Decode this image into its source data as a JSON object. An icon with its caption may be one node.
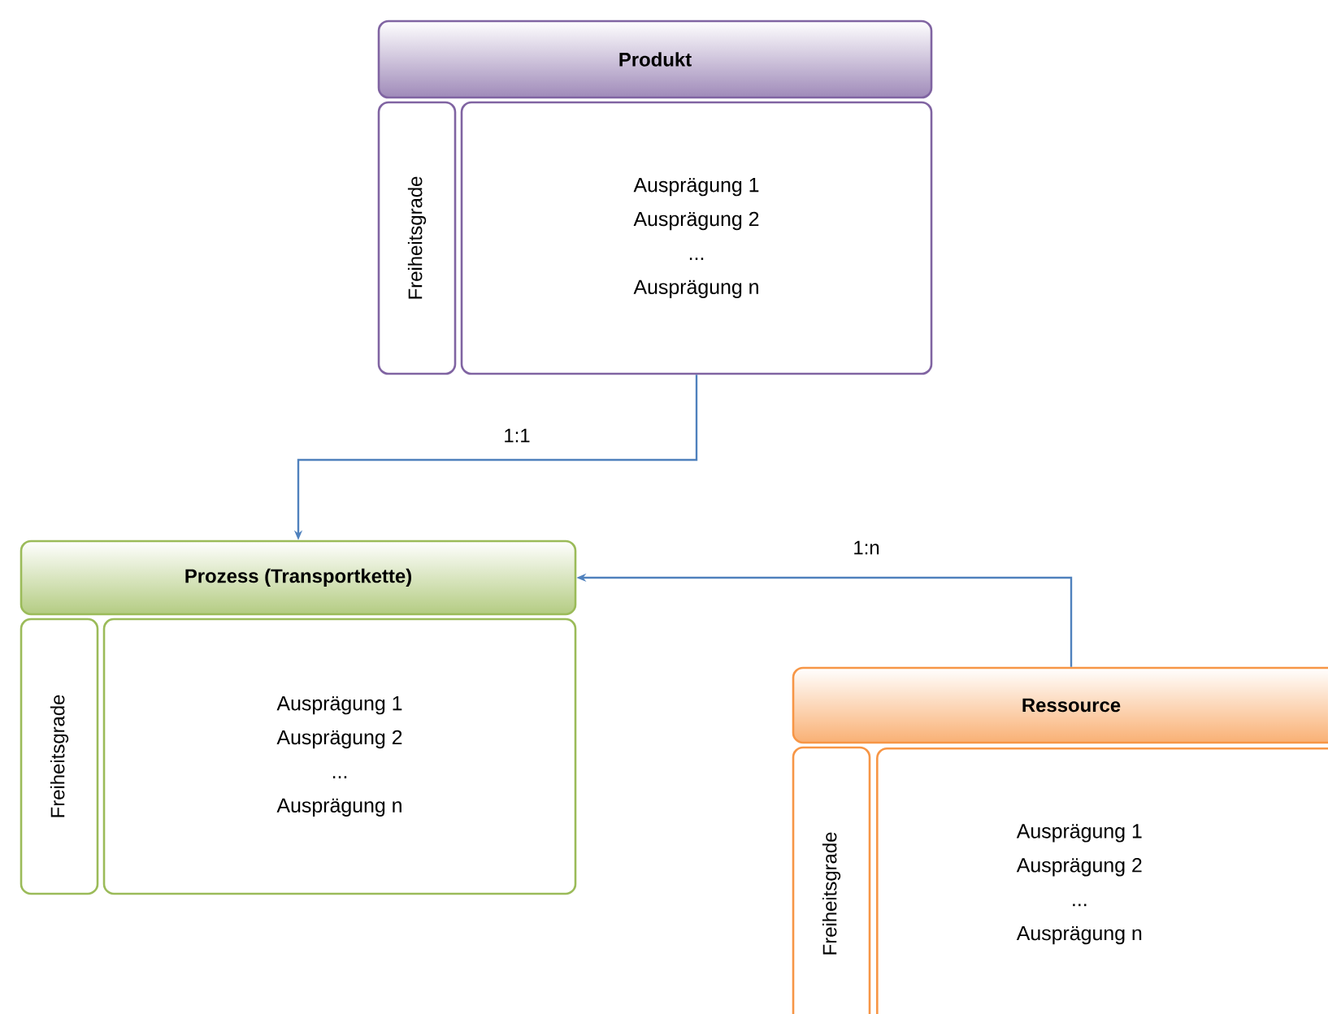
{
  "diagram": {
    "nodes": [
      {
        "text": [
          "Produkt"
        ]
      },
      {
        "text": [
          "Freiheitsgrade"
        ]
      },
      {
        "text": [
          "Ausprägung 1",
          "Ausprägung 2",
          "...",
          "Ausprägung n"
        ]
      },
      {
        "text": [
          "Prozess (Transportkette)"
        ]
      },
      {
        "text": [
          "Freiheitsgrade"
        ]
      },
      {
        "text": [
          "Ausprägung 1",
          "Ausprägung 2",
          "...",
          "Ausprägung n"
        ]
      },
      {
        "text": [
          "Ressource"
        ]
      },
      {
        "text": [
          "Freiheitsgrade"
        ]
      },
      {
        "text": [
          "Ausprägung 1",
          "Ausprägung 2",
          "...",
          "Ausprägung n"
        ]
      }
    ],
    "edges": [
      {
        "from": 2,
        "to": 3,
        "arrow": "to",
        "label": "1:1"
      },
      {
        "from": 6,
        "to": 3,
        "arrow": "to",
        "label": "1:n"
      }
    ]
  }
}
